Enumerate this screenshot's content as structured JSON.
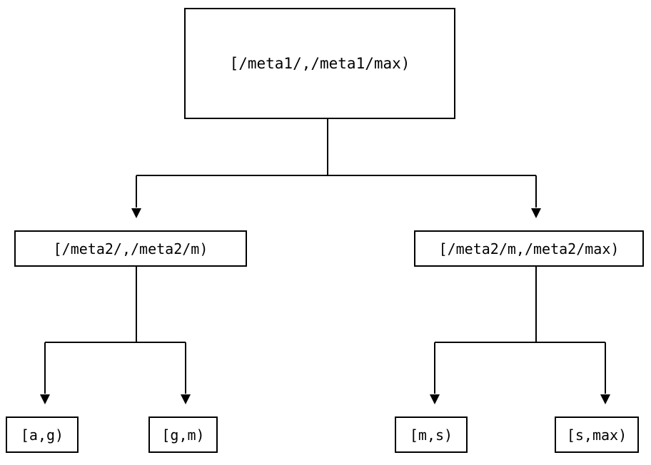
{
  "diagram": {
    "type": "range-partition-tree",
    "title": "",
    "levels": 3,
    "colors": {
      "background": "#ffffff",
      "node_border": "#000000",
      "node_fill": "#ffffff",
      "text": "#000000",
      "edge": "#000000"
    },
    "nodes": {
      "root": {
        "label": "[/meta1/,/meta1/max)",
        "level": 0
      },
      "mid_left": {
        "label": "[/meta2/,/meta2/m)",
        "level": 1
      },
      "mid_right": {
        "label": "[/meta2/m,/meta2/max)",
        "level": 1
      },
      "leaf_ag": {
        "label": "[a,g)",
        "level": 2
      },
      "leaf_gm": {
        "label": "[g,m)",
        "level": 2
      },
      "leaf_ms": {
        "label": "[m,s)",
        "level": 2
      },
      "leaf_smax": {
        "label": "[s,max)",
        "level": 2
      }
    },
    "edges": [
      {
        "from": "root",
        "to": "mid_left",
        "arrow": "down-triangle"
      },
      {
        "from": "root",
        "to": "mid_right",
        "arrow": "down-triangle"
      },
      {
        "from": "mid_left",
        "to": "leaf_ag",
        "arrow": "down-triangle"
      },
      {
        "from": "mid_left",
        "to": "leaf_gm",
        "arrow": "down-triangle"
      },
      {
        "from": "mid_right",
        "to": "leaf_ms",
        "arrow": "down-triangle"
      },
      {
        "from": "mid_right",
        "to": "leaf_smax",
        "arrow": "down-triangle"
      }
    ]
  }
}
